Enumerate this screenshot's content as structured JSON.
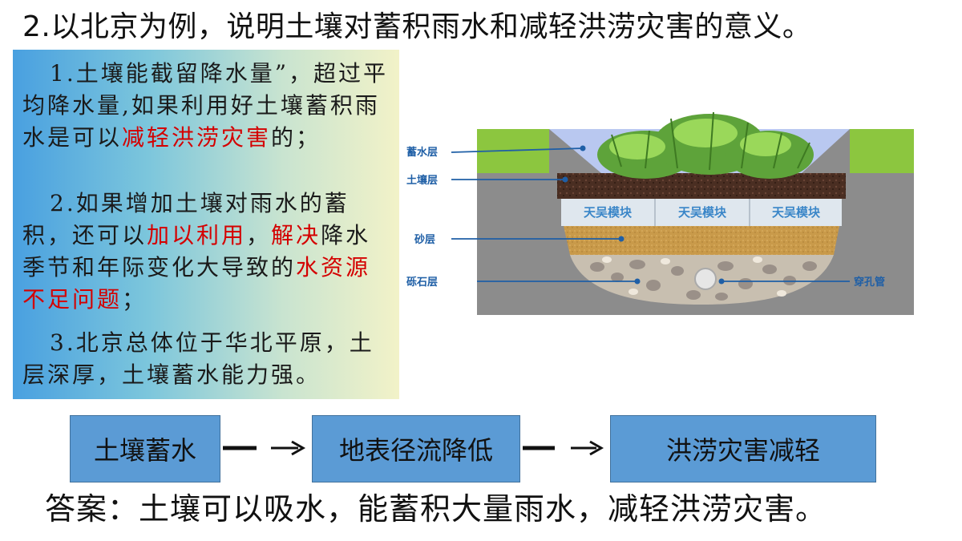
{
  "title": "2.以北京为例，说明土壤对蓄积雨水和减轻洪涝灾害的意义。",
  "points": {
    "p1_a": "1.土壤能截留降水量”，超过平均降水量,如果利用好土壤蓄积雨水是可以",
    "p1_red": "减轻洪涝灾害",
    "p1_b": "的；",
    "p2_a": "2.如果增加土壤对雨水的蓄积，还可以",
    "p2_red1": "加以利用",
    "p2_sep": "，",
    "p2_red2": "解决",
    "p2_b": "降水季节和年际变化大导致的",
    "p2_red3": "水资源不足问题",
    "p2_c": "；",
    "p3": "3.北京总体位于华北平原，土层深厚，土壤蓄水能力强。"
  },
  "diagram": {
    "labels": {
      "storage": "蓄水层",
      "soil": "土壤层",
      "sand": "砂层",
      "gravel": "砾石层",
      "pipe": "穿孔管"
    },
    "module_label": "天吴模块",
    "colors": {
      "label_blue": "#1f5fa6",
      "grass": "#8cc63f",
      "soil": "#4a2e22",
      "sand": "#c99a4a",
      "gray": "#8c8c8c"
    }
  },
  "flow": [
    "土壤蓄水",
    "地表径流降低",
    "洪涝灾害减轻"
  ],
  "answer": "答案：土壤可以吸水，能蓄积大量雨水，减轻洪涝灾害。"
}
